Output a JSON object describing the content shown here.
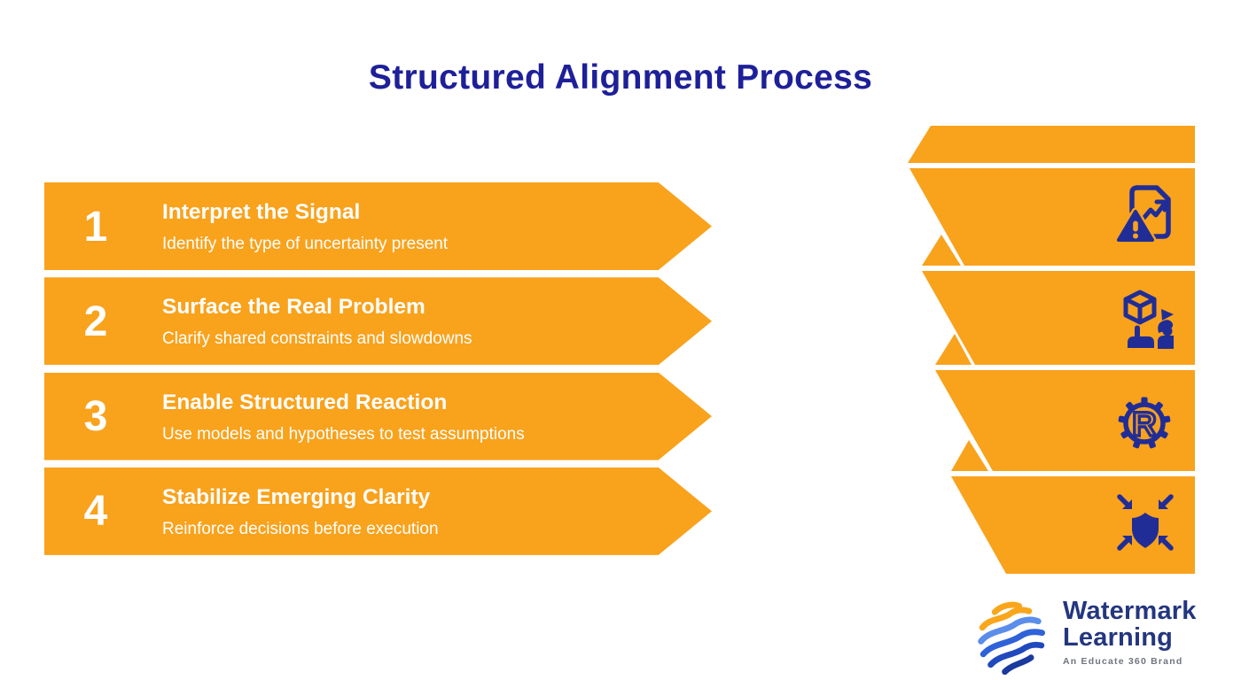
{
  "page": {
    "title": "Structured Alignment Process"
  },
  "colors": {
    "banner_orange": "#F9A21C",
    "title_navy": "#1E2099",
    "icon_navy": "#212D97",
    "step_text_white": "#FFFFFF",
    "logo_navy": "#24367F",
    "tagline_gray": "#70757F",
    "logo_orange": "#F9A61C",
    "logo_blue_light": "#5B8DEA",
    "logo_blue": "#2F62D9",
    "logo_blue_deep": "#2049BD",
    "logo_navy_stroke": "#1B3A9E"
  },
  "steps": [
    {
      "number": "1",
      "title": "Interpret the Signal",
      "description": "Identify the type of uncertainty present",
      "icon": "report-warning-icon"
    },
    {
      "number": "2",
      "title": "Surface the Real Problem",
      "description": "Clarify shared constraints and slowdowns",
      "icon": "model-share-icon"
    },
    {
      "number": "3",
      "title": "Enable Structured Reaction",
      "description": "Use models and hypotheses to test assumptions",
      "icon": "gear-registered-icon"
    },
    {
      "number": "4",
      "title": "Stabilize Emerging Clarity",
      "description": "Reinforce decisions before execution",
      "icon": "shield-converge-icon"
    }
  ],
  "icons": {
    "gear_letter": "R"
  },
  "logo": {
    "brand_line1": "Watermark",
    "brand_line2": "Learning",
    "tagline": "An Educate 360 Brand"
  }
}
